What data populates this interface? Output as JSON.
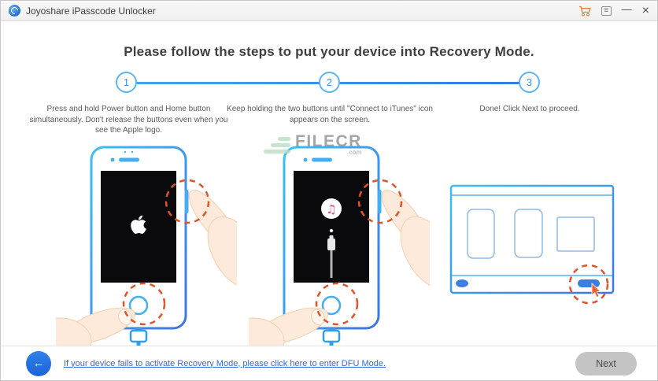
{
  "window": {
    "title": "Joyoshare iPasscode Unlocker",
    "menu_glyph": "≡",
    "minimize_glyph": "—",
    "close_glyph": "×"
  },
  "main": {
    "heading": "Please follow the steps to put your device into Recovery Mode.",
    "steps": [
      {
        "number": "1",
        "description": "Press and hold Power button and Home button simultaneously. Don't release the buttons even when you see the Apple logo."
      },
      {
        "number": "2",
        "description": "Keep holding the two buttons until \"Connect to iTunes\" icon appears on the screen."
      },
      {
        "number": "3",
        "description": "Done! Click Next to proceed."
      }
    ]
  },
  "watermark": {
    "name": "FILECR",
    "suffix": ".com"
  },
  "footer": {
    "back_arrow": "←",
    "dfu_link": "If your device fails to activate Recovery Mode, please click here to enter DFU Mode.",
    "next_label": "Next"
  },
  "colors": {
    "accent_blue": "#45aef2",
    "progress_blue": "#2f7de0",
    "highlight_orange": "#e0542c",
    "link_blue": "#2e6cd9",
    "back_button_blue": "#1b63d8",
    "next_button_gray": "#c4c4c4"
  }
}
